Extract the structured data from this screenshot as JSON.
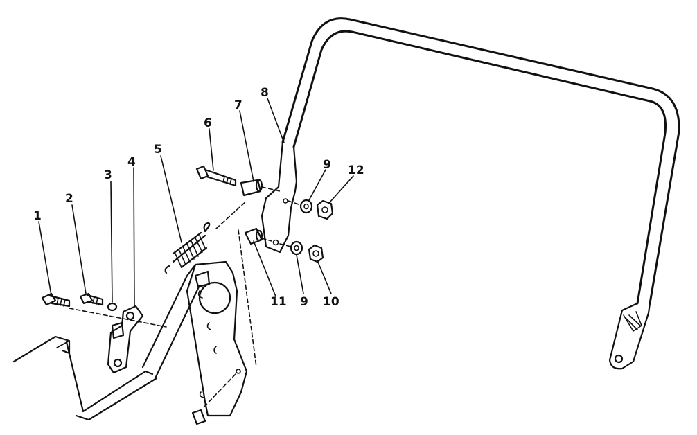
{
  "colors": {
    "ink": "#111111",
    "paper": "#ffffff"
  },
  "callouts": {
    "c1": "1",
    "c2": "2",
    "c3": "3",
    "c4": "4",
    "c5": "5",
    "c6": "6",
    "c7": "7",
    "c8": "8",
    "c9a": "9",
    "c12": "12",
    "c11": "11",
    "c9b": "9",
    "c10": "10"
  }
}
